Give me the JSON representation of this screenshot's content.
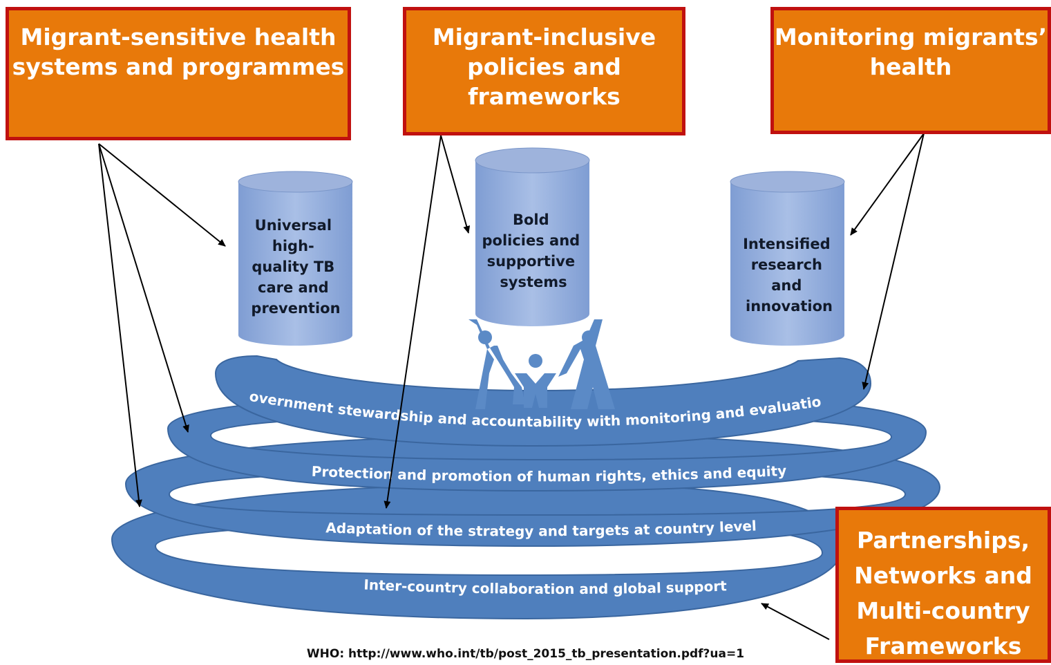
{
  "boxes": {
    "health_systems": "Migrant-sensitive health\nsystems and programmes",
    "policies": "Migrant-inclusive\npolicies and\nframeworks",
    "monitoring": "Monitoring migrants’\nhealth",
    "partnerships": "Partnerships,\nNetworks and\nMulti-country\nFrameworks"
  },
  "pillars": {
    "left": [
      "Universal",
      "high-",
      "quality TB",
      "care and",
      "prevention"
    ],
    "center": [
      "Bold",
      "policies and",
      "supportive",
      "systems"
    ],
    "right": [
      "Intensified",
      "research",
      "and",
      "innovation"
    ]
  },
  "rings": {
    "ring1": "Government stewardship and accountability with monitoring and evaluation",
    "ring2": "Protection and promotion of human rights, ethics and equity",
    "ring3": "Adaptation of the strategy and targets at country level",
    "ring4": "Inter-country collaboration and global support"
  },
  "source": "WHO: http://www.who.int/tb/post_2015_tb_presentation.pdf?ua=1",
  "colors": {
    "box_fill": "#e8790a",
    "box_border": "#c0110f",
    "ring_fill": "#4f7fbd",
    "ring_edge": "#3a669f",
    "pillar_fill": "#8fa9d8",
    "people": "#5b8ac6"
  }
}
